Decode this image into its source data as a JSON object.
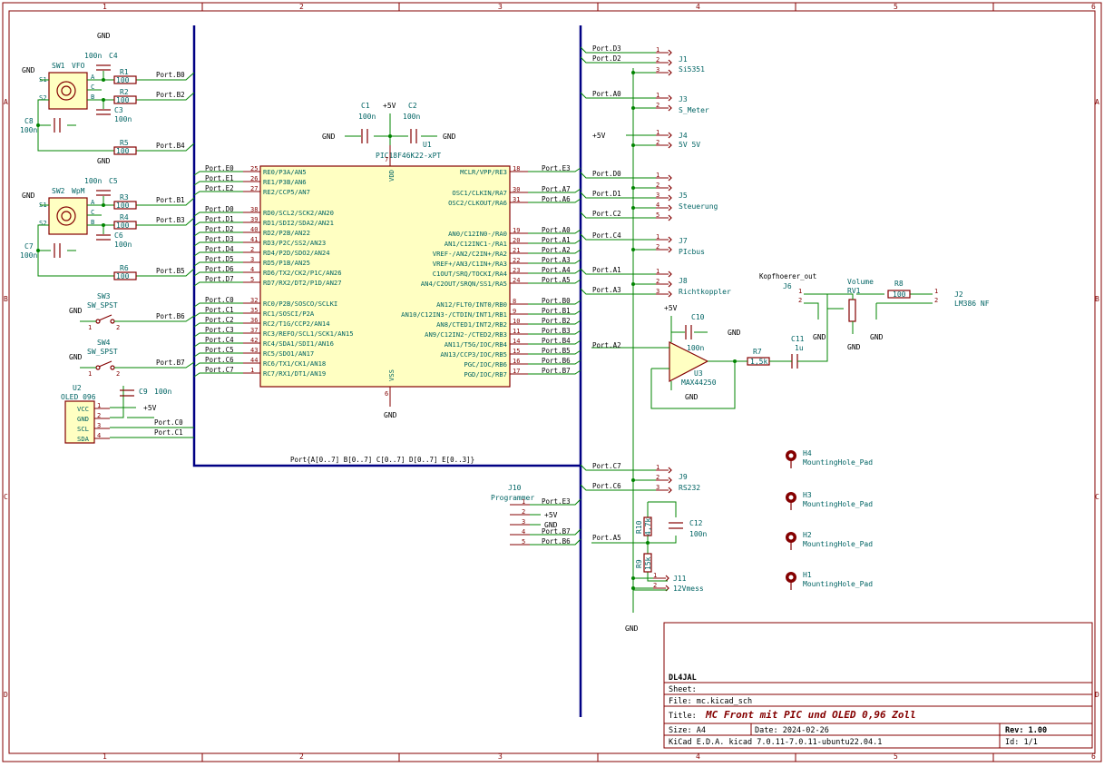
{
  "frame": {
    "cols": [
      "1",
      "2",
      "3",
      "4",
      "5",
      "6"
    ],
    "rows": [
      "A",
      "B",
      "C",
      "D"
    ]
  },
  "mcu": {
    "ref": "U1",
    "value": "PIC18F46K22-xPT",
    "vdd": "VDD",
    "vss": "VSS",
    "vdd_pin": "7",
    "vss_pin": "6",
    "left_pins": [
      {
        "num": "25",
        "name": "RE0/P3A/AN5",
        "net": "Port.E0"
      },
      {
        "num": "26",
        "name": "RE1/P3B/AN6",
        "net": "Port.E1"
      },
      {
        "num": "27",
        "name": "RE2/CCP5/AN7",
        "net": "Port.E2"
      },
      {
        "num": "38",
        "name": "RD0/SCL2/SCK2/AN20",
        "net": "Port.D0"
      },
      {
        "num": "39",
        "name": "RD1/SDI2/SDA2/AN21",
        "net": "Port.D1"
      },
      {
        "num": "40",
        "name": "RD2/P2B/AN22",
        "net": "Port.D2"
      },
      {
        "num": "41",
        "name": "RD3/P2C/SS2/AN23",
        "net": "Port.D3"
      },
      {
        "num": "2",
        "name": "RD4/P2D/SDO2/AN24",
        "net": "Port.D4"
      },
      {
        "num": "3",
        "name": "RD5/P1B/AN25",
        "net": "Port.D5"
      },
      {
        "num": "4",
        "name": "RD6/TX2/CK2/P1C/AN26",
        "net": "Port.D6"
      },
      {
        "num": "5",
        "name": "RD7/RX2/DT2/P1D/AN27",
        "net": "Port.D7"
      },
      {
        "num": "32",
        "name": "RC0/P2B/SOSCO/SCLKI",
        "net": "Port.C0"
      },
      {
        "num": "35",
        "name": "RC1/SOSCI/P2A",
        "net": "Port.C1"
      },
      {
        "num": "36",
        "name": "RC2/T1G/CCP2/AN14",
        "net": "Port.C2"
      },
      {
        "num": "37",
        "name": "RC3/REFO/SCL1/SCK1/AN15",
        "net": "Port.C3"
      },
      {
        "num": "42",
        "name": "RC4/SDA1/SDI1/AN16",
        "net": "Port.C4"
      },
      {
        "num": "43",
        "name": "RC5/SDO1/AN17",
        "net": "Port.C5"
      },
      {
        "num": "44",
        "name": "RC6/TX1/CK1/AN18",
        "net": "Port.C6"
      },
      {
        "num": "1",
        "name": "RC7/RX1/DT1/AN19",
        "net": "Port.C7"
      }
    ],
    "right_pins": [
      {
        "num": "18",
        "name": "MCLR/VPP/RE3",
        "net": "Port.E3"
      },
      {
        "num": "30",
        "name": "OSC1/CLKIN/RA7",
        "net": "Port.A7"
      },
      {
        "num": "31",
        "name": "OSC2/CLKOUT/RA6",
        "net": "Port.A6"
      },
      {
        "num": "19",
        "name": "AN0/C12IN0-/RA0",
        "net": "Port.A0"
      },
      {
        "num": "20",
        "name": "AN1/C12INC1-/RA1",
        "net": "Port.A1"
      },
      {
        "num": "21",
        "name": "VREF-/AN2/C2IN+/RA2",
        "net": "Port.A2"
      },
      {
        "num": "22",
        "name": "VREF+/AN3/C1IN+/RA3",
        "net": "Port.A3"
      },
      {
        "num": "23",
        "name": "C1OUT/SRQ/TOCKI/RA4",
        "net": "Port.A4"
      },
      {
        "num": "24",
        "name": "AN4/C2OUT/SRQN/SS1/RA5",
        "net": "Port.A5"
      },
      {
        "num": "8",
        "name": "AN12/FLT0/INT0/RB0",
        "net": "Port.B0"
      },
      {
        "num": "9",
        "name": "AN10/C12IN3-/CTDIN/INT1/RB1",
        "net": "Port.B1"
      },
      {
        "num": "10",
        "name": "AN8/CTED1/INT2/RB2",
        "net": "Port.B2"
      },
      {
        "num": "11",
        "name": "AN9/C12IN2-/CTED2/RB3",
        "net": "Port.B3"
      },
      {
        "num": "14",
        "name": "AN11/T5G/IOC/RB4",
        "net": "Port.B4"
      },
      {
        "num": "15",
        "name": "AN13/CCP3/IOC/RB5",
        "net": "Port.B5"
      },
      {
        "num": "16",
        "name": "PGC/IOC/RB6",
        "net": "Port.B6"
      },
      {
        "num": "17",
        "name": "PGD/IOC/RB7",
        "net": "Port.B7"
      }
    ]
  },
  "bus_label": "Port{A[0..7] B[0..7] C[0..7] D[0..7] E[0..3]}",
  "power": {
    "gnd": "GND",
    "p5v": "+5V"
  },
  "encoders": [
    {
      "ref": "SW1",
      "value": "VFO",
      "cap_top": "C4",
      "cap_top_val": "100n",
      "cap_bot": "C3",
      "cap_bot_val": "100n",
      "cap_side": "C8",
      "cap_side_val": "100n",
      "r1": "R1",
      "r2": "R2",
      "r3": "R5",
      "rval": "100",
      "nets": [
        "Port.B0",
        "Port.B2",
        "Port.B4"
      ]
    },
    {
      "ref": "SW2",
      "value": "WpM",
      "cap_top": "C5",
      "cap_top_val": "100n",
      "cap_bot": "C6",
      "cap_bot_val": "100n",
      "cap_side": "C7",
      "cap_side_val": "100n",
      "r1": "R3",
      "r2": "R4",
      "r3": "R6",
      "rval": "100",
      "nets": [
        "Port.B1",
        "Port.B3",
        "Port.B5"
      ]
    }
  ],
  "enc_pins": {
    "a": "A",
    "b": "B",
    "c": "C",
    "s1": "S1",
    "s2": "S2"
  },
  "switches": [
    {
      "ref": "SW3",
      "value": "SW_SPST",
      "net": "Port.B6"
    },
    {
      "ref": "SW4",
      "value": "SW_SPST",
      "net": "Port.B7"
    }
  ],
  "oled": {
    "ref": "U2",
    "value": "OLED 096",
    "pins": [
      "VCC",
      "GND",
      "SCL",
      "SDA"
    ],
    "nums": [
      "1",
      "2",
      "3",
      "4"
    ],
    "cap": "C9",
    "cap_val": "100n",
    "nets": [
      "Port.C0",
      "Port.C1"
    ]
  },
  "decoup": {
    "c1": "C1",
    "c1v": "100n",
    "c2": "C2",
    "c2v": "100n"
  },
  "connectors": [
    {
      "ref": "J1",
      "value": "Si5351",
      "nets": [
        "Port.D3",
        "Port.D2",
        ""
      ]
    },
    {
      "ref": "J3",
      "value": "S_Meter",
      "nets": [
        "Port.A0",
        ""
      ]
    },
    {
      "ref": "J4",
      "value": "5V 5V",
      "nets": [
        "+5V",
        ""
      ]
    },
    {
      "ref": "J5",
      "value": "Steuerung",
      "nets": [
        "Port.D0",
        "",
        "Port.D1",
        "",
        "Port.C2",
        ""
      ]
    },
    {
      "ref": "J7",
      "value": "PIcbus",
      "nets": [
        "Port.C4",
        ""
      ]
    },
    {
      "ref": "J8",
      "value": "Richtkoppler",
      "nets": [
        "Port.A1",
        "",
        "Port.A3"
      ]
    },
    {
      "ref": "J9",
      "value": "RS232",
      "nets": [
        "Port.C7",
        "",
        "Port.C6"
      ]
    },
    {
      "ref": "J11",
      "value": "12Vmess",
      "nets": [
        "",
        ""
      ]
    }
  ],
  "audio": {
    "j6": "J6",
    "j6v": "Kopfhoerer_out",
    "rv1": "RV1",
    "rv1v": "Volume",
    "r8": "R8",
    "r8v": "100",
    "j2": "J2",
    "j2v": "LM386 NF",
    "c11": "C11",
    "c11v": "1u",
    "r7": "R7",
    "r7v": "1,5k",
    "c10": "C10",
    "c10v": "100n",
    "u3": "U3",
    "u3v": "MAX44250",
    "in_net": "Port.A2"
  },
  "programmer": {
    "ref": "J10",
    "value": "Programmer",
    "nets": [
      "Port.E3",
      "+5V",
      "GND",
      "Port.B7",
      "Port.B6"
    ]
  },
  "meas": {
    "r10": "R10",
    "r10v": "4,7k",
    "r9": "R9",
    "r9v": "15k",
    "c12": "C12",
    "c12v": "100n",
    "net": "Port.A5"
  },
  "holes": [
    {
      "ref": "H4",
      "value": "MountingHole_Pad"
    },
    {
      "ref": "H3",
      "value": "MountingHole_Pad"
    },
    {
      "ref": "H2",
      "value": "MountingHole_Pad"
    },
    {
      "ref": "H1",
      "value": "MountingHole_Pad"
    }
  ],
  "title_block": {
    "company": "DL4JAL",
    "sheet": "Sheet:",
    "file": "File: mc.kicad_sch",
    "title_label": "Title:",
    "title": "MC Front mit PIC und OLED 0,96 Zoll",
    "size": "Size: A4",
    "date": "Date: 2024-02-26",
    "rev": "Rev: 1.00",
    "tool": "KiCad E.D.A.  kicad 7.0.11-7.0.11-ubuntu22.04.1",
    "id": "Id: 1/1"
  }
}
